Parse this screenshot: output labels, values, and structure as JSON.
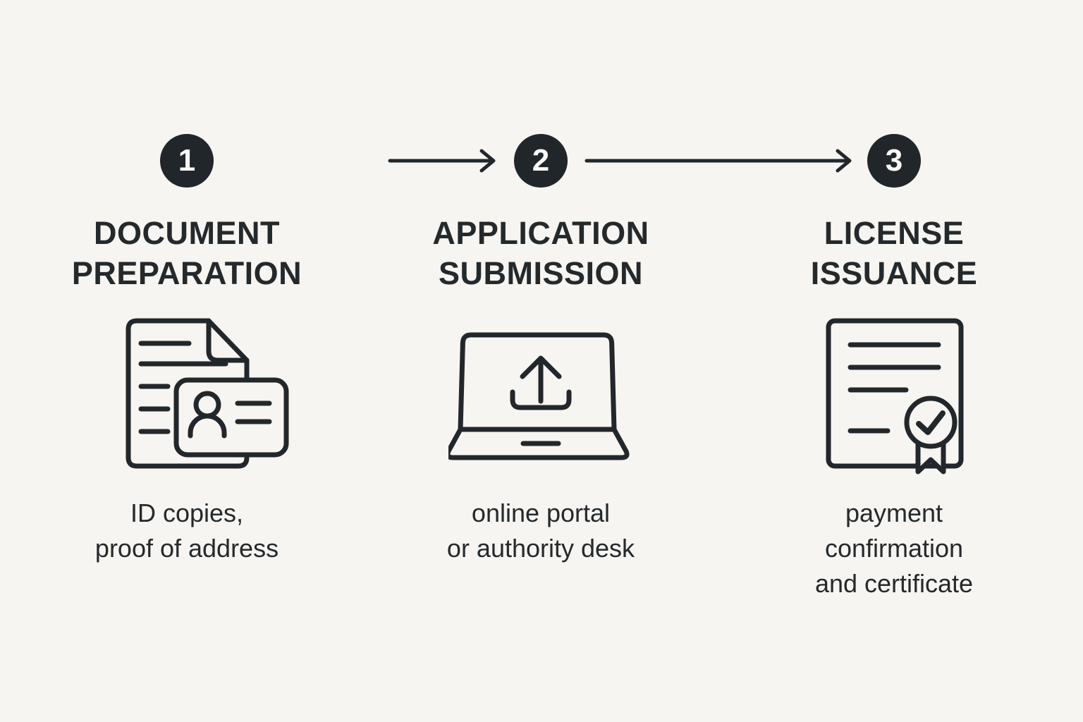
{
  "diagram": {
    "background_color": "#f7f5f1",
    "ink_color": "#22272b",
    "number_circle_color": "#20262a",
    "number_text_color": "#fbfaf7",
    "steps": [
      {
        "number": "1",
        "title_lines": [
          "DOCUMENT",
          "PREPARATION"
        ],
        "icon": "document-id-card-icon",
        "caption_lines": [
          "ID copies,",
          "proof of address"
        ]
      },
      {
        "number": "2",
        "title_lines": [
          "APPLICATION",
          "SUBMISSION"
        ],
        "icon": "laptop-upload-icon",
        "caption_lines": [
          "online portal",
          "or authority desk"
        ]
      },
      {
        "number": "3",
        "title_lines": [
          "LICENSE",
          "ISSUANCE"
        ],
        "icon": "certificate-seal-icon",
        "caption_lines": [
          "payment",
          "confirmation",
          "and certificate"
        ]
      }
    ],
    "connectors": [
      {
        "from": "1",
        "to": "2",
        "type": "arrow-right"
      },
      {
        "from": "2",
        "to": "3",
        "type": "arrow-right"
      }
    ]
  }
}
